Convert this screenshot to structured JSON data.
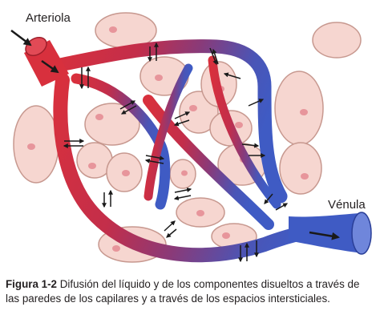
{
  "labels": {
    "arteriola": "Arteriola",
    "venula": "Vénula"
  },
  "caption": {
    "number": "Figura 1-2",
    "text": "Difusión del líquido y de los componentes disueltos a través de las paredes de los capilares y a través de los espacios intersticiales."
  },
  "colors": {
    "artery": "#d32f3f",
    "vein": "#3f5bc4",
    "cell_fill": "#f6d6d0",
    "cell_stroke": "#c7988f",
    "nucleus": "#e7959b",
    "arrow": "#1a1a1a"
  },
  "icons": {
    "arrow": "diffusion-arrow-icon"
  }
}
